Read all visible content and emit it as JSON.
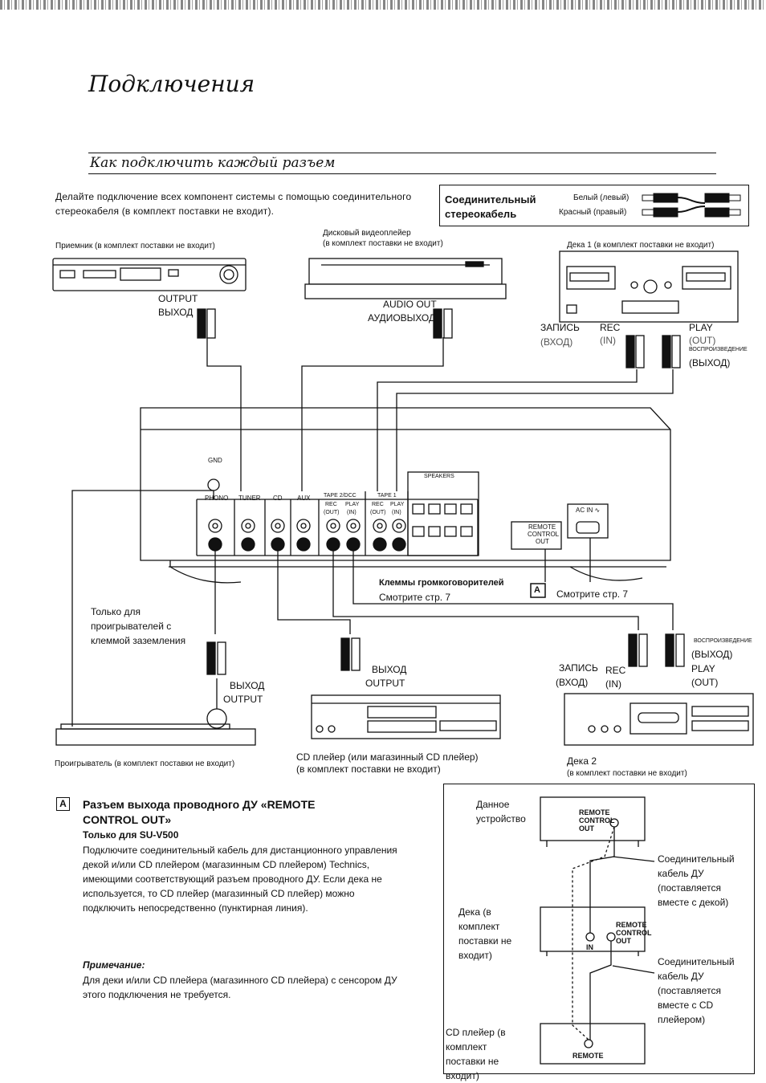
{
  "page": {
    "title": "Подключения",
    "section_title": "Как подключить каждый разъем",
    "intro": "Делайте подключение всех компонент системы с помощью соединительного стереокабеля (в комплект поставки не входит)."
  },
  "cable_legend": {
    "name_line1": "Соединительный",
    "name_line2": "стереокабель",
    "white": "Белый (левый)",
    "red": "Красный (правый)"
  },
  "devices": {
    "receiver": "Приемник (в комплект поставки не входит)",
    "video_player_1": "Дисковый видеоплейер",
    "video_player_2": "(в комплект поставки не входит)",
    "deck1": "Дека 1 (в комплект поставки не входит)",
    "turntable": "Проигрыватель (в комплект поставки не входит)",
    "cd_1": "CD плейер (или магазинный CD плейер)",
    "cd_2": "(в комплект поставки не входит)",
    "deck2_1": "Дека 2",
    "deck2_2": "(в комплект поставки не входит)"
  },
  "labels": {
    "output": "OUTPUT",
    "vyhod": "ВЫХОД",
    "vyhod_caps": "ВЫХОД",
    "audio_out": "AUDIO OUT",
    "audiovyhod": "АУДИОВЫХОД",
    "zapis": "ЗАПИСЬ",
    "vhod": "(ВХОД)",
    "rec": "REC",
    "in": "(IN)",
    "play": "PLAY",
    "out": "(OUT)",
    "vosproizvedenie": "ВОСПРОИЗВЕДЕНИЕ",
    "vyhod_paren": "(ВЫХОД)",
    "gnd": "GND",
    "phono": "PHONO",
    "tuner": "TUNER",
    "cd": "CD",
    "aux": "AUX",
    "tape2": "TAPE 2/DCC",
    "tape1": "TAPE 1",
    "rec_short": "REC",
    "play_short": "PLAY",
    "out_short": "(OUT)",
    "in_short": "(IN)",
    "speakers": "SPEAKERS",
    "ac_in": "AC IN ∿",
    "remote_control_out_1": "REMOTE",
    "remote_control_out_2": "CONTROL",
    "remote_control_out_3": "OUT",
    "speaker_terminals": "Клеммы громкоговорителей",
    "see_page7": "Смотрите стр. 7",
    "see_page7b": "Смотрите стр. 7",
    "marker_a": "A",
    "turntable_note": "Только для проигрывателей с клеммой заземления",
    "vyhod_cd": "ВЫХОД",
    "output_cd": "OUTPUT",
    "vyhod_tt": "ВЫХОД",
    "output_tt": "OUTPUT",
    "zapis2": "ЗАПИСЬ",
    "vhod2": "(ВХОД)",
    "rec2": "REC",
    "in2": "(IN)",
    "vospr2": "ВОСПРОИЗВЕДЕНИЕ",
    "vyhod2": "(ВЫХОД)",
    "play2": "PLAY",
    "out2": "(OUT)"
  },
  "note": {
    "marker": "A",
    "heading_1": "Разъем выхода проводного ДУ «REMOTE",
    "heading_2": "CONTROL OUT»",
    "only_for": "Только для SU-V500",
    "body": "Подключите соединительный кабель для дистанционного управления декой и/или CD плейером (магазинным CD плейером) Technics, имеющими соответствующий разъем проводного ДУ. Если дека не используется, то CD плейер (магазинный CD плейер) можно подключить непосредственно (пунктирная линия).",
    "remark_heading": "Примечание:",
    "remark_body": "Для деки и/или CD плейера (магазинного CD плейера) с сенсором ДУ этого подключения не требуется."
  },
  "remote_diagram": {
    "this_device": "Данное устройство",
    "deck": "Дека (в комплект поставки не входит)",
    "cd_player": "CD плейер (в комплект поставки не входит)",
    "cable_deck": "Соединительный кабель ДУ (поставляется вместе с декой)",
    "cable_cd": "Соединительный кабель ДУ (поставляется вместе с CD плейером)",
    "remote_control_out": "REMOTE CONTROL OUT",
    "in_label": "IN",
    "remote": "REMOTE"
  }
}
